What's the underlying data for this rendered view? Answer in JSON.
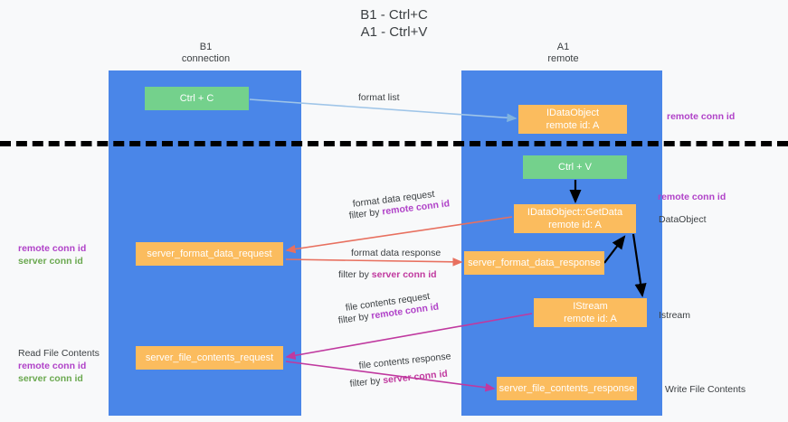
{
  "title": {
    "line1": "B1 - Ctrl+C",
    "line2": "A1 - Ctrl+V"
  },
  "lanes": [
    {
      "name": "B1",
      "sub": "connection",
      "color": "#4a86e8"
    },
    {
      "name": "A1",
      "sub": "remote",
      "color": "#4a86e8"
    }
  ],
  "boxes": {
    "ctrl_c": {
      "line1": "Ctrl + C",
      "line2": "",
      "color": "#74d18c"
    },
    "idataobject_top": {
      "line1": "IDataObject",
      "line2": "remote id: A",
      "color": "#fbbc5e"
    },
    "ctrl_v": {
      "line1": "Ctrl + V",
      "line2": "",
      "color": "#74d18c"
    },
    "getdata": {
      "line1": "IDataObject::GetData",
      "line2": "remote id: A",
      "color": "#fbbc5e"
    },
    "server_format_data_request": {
      "line1": "server_format_data_request",
      "line2": "",
      "color": "#fbbc5e"
    },
    "server_format_data_response": {
      "line1": "server_format_data_response",
      "line2": "",
      "color": "#fbbc5e"
    },
    "istream": {
      "line1": "IStream",
      "line2": "remote id: A",
      "color": "#fbbc5e"
    },
    "server_file_contents_request": {
      "line1": "server_file_contents_request",
      "line2": "",
      "color": "#fbbc5e"
    },
    "server_file_contents_response": {
      "line1": "server_file_contents_response",
      "line2": "",
      "color": "#fbbc5e"
    }
  },
  "edge_labels": {
    "format_list": "format list",
    "format_data_request": "format data request",
    "format_data_request_filter_prefix": "filter by ",
    "format_data_request_filter_key": "remote conn id",
    "format_data_response": "format data response",
    "format_data_response_filter_prefix": "filter by ",
    "format_data_response_filter_key": "server conn id",
    "file_contents_request": "file contents request",
    "file_contents_request_filter_prefix": "filter by ",
    "file_contents_request_filter_key": "remote conn id",
    "file_contents_response": "file contents response",
    "file_contents_response_filter_prefix": "filter by ",
    "file_contents_response_filter_key": "server conn id"
  },
  "annotations": {
    "right_remote_conn_id_top": "remote conn id",
    "right_remote_conn_id_mid": "remote conn id",
    "right_dataobject": "DataObject",
    "right_istream": "Istream",
    "right_write_file_contents": "Write File Contents",
    "left_remote_conn_id_mid": "remote conn id",
    "left_server_conn_id_mid": "server conn id",
    "left_read_file_contents": "Read File Contents",
    "left_remote_conn_id_bottom": "remote conn id",
    "left_server_conn_id_bottom": "server conn id"
  },
  "colors": {
    "lane": "#4a86e8",
    "green_box": "#74d18c",
    "orange_box": "#fbbc5e",
    "purple_text": "#b042c8",
    "green_text": "#6aa84f",
    "pink_text": "#c0399f",
    "arrow_blue": "#9fc5e8",
    "arrow_red": "#e8705f",
    "arrow_black": "#000000",
    "arrow_magenta": "#c0399f",
    "background": "#f8f9fa"
  }
}
